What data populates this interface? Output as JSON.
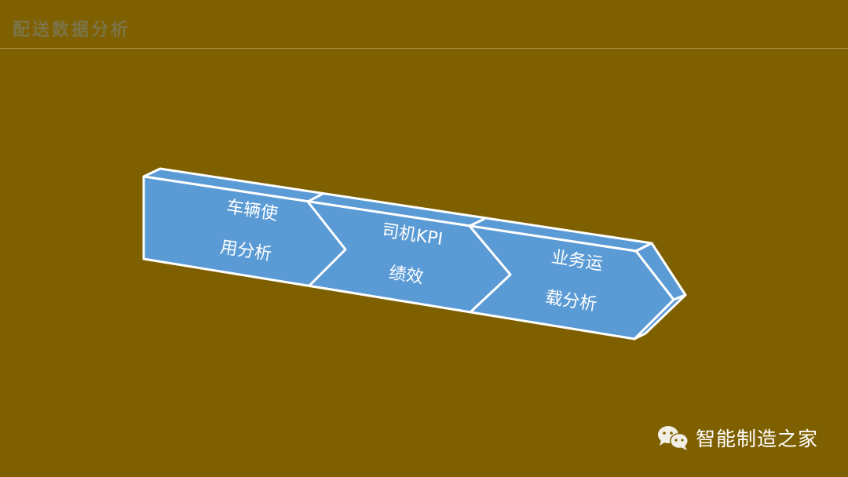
{
  "slide": {
    "title": "配送数据分析",
    "background_color": "#7f6000"
  },
  "diagram": {
    "type": "3d-chevron-process",
    "fill_color": "#5b9bd5",
    "stroke_color": "#ffffff",
    "steps": [
      {
        "line1": "车辆使",
        "line2": "用分析"
      },
      {
        "line1": "司机KPI",
        "line2": "绩效"
      },
      {
        "line1": "业务运",
        "line2": "载分析"
      }
    ]
  },
  "watermark": {
    "icon": "wechat-icon",
    "text": "智能制造之家"
  }
}
